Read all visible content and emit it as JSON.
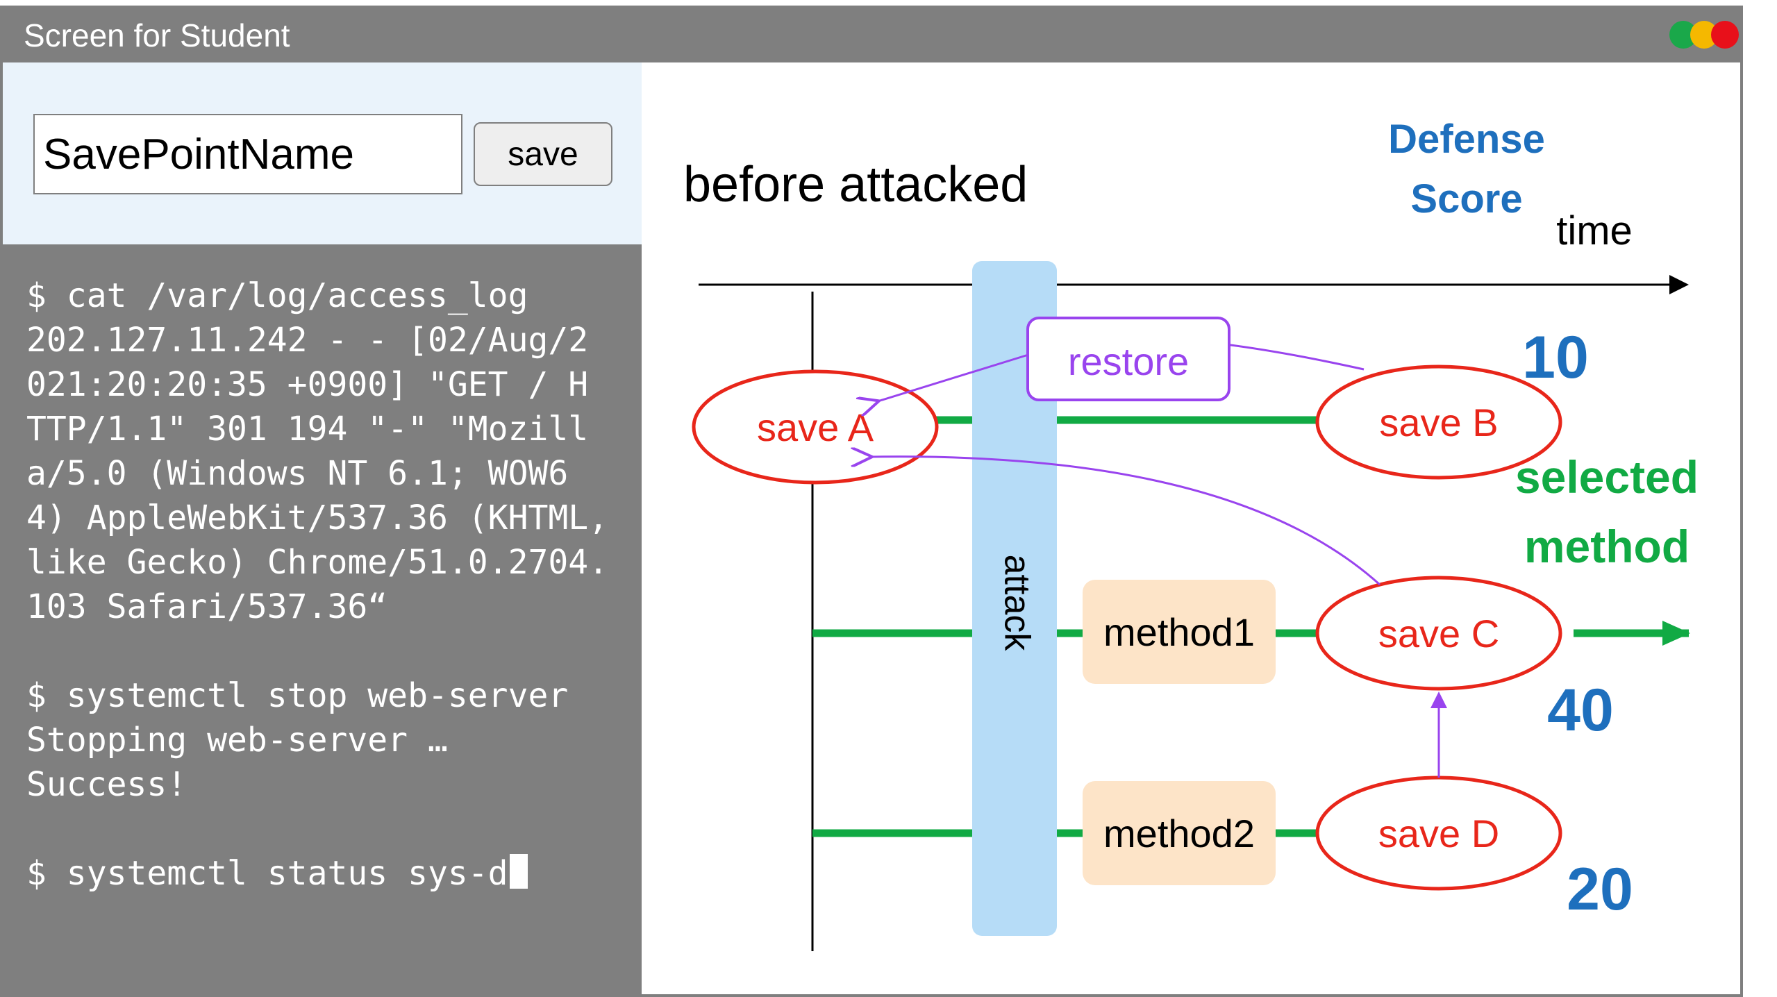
{
  "window": {
    "title": "Screen for Student",
    "controls": {
      "minimize_color": "#1aa84a",
      "maximize_color": "#f5b800",
      "close_color": "#e8101a"
    }
  },
  "savepoint": {
    "input_value": "SavePointName",
    "save_label": "save"
  },
  "terminal": {
    "lines": [
      "$ cat /var/log/access_log",
      "202.127.11.242 - - [02/Aug/2",
      "021:20:20:35 +0900] \"GET / H",
      "TTP/1.1\" 301 194 \"-\" \"Mozill",
      "a/5.0 (Windows NT 6.1; WOW6",
      "4) AppleWebKit/537.36 (KHTML,",
      "like Gecko) Chrome/51.0.2704.",
      "103 Safari/537.36“",
      "",
      "$ systemctl stop web-server",
      "Stopping web-server …",
      "Success!",
      "",
      "$ systemctl status sys-d"
    ]
  },
  "diagram": {
    "before_label": "before attacked",
    "defense_score_line1": "Defense",
    "defense_score_line2": "Score",
    "time_label": "time",
    "attack_label": "attack",
    "restore_label": "restore",
    "selected_line1": "selected",
    "selected_line2": "method",
    "nodes": {
      "save_a": "save A",
      "save_b": "save B",
      "save_c": "save C",
      "save_d": "save D"
    },
    "methods": {
      "method1": "method1",
      "method2": "method2"
    },
    "scores": {
      "save_b": "10",
      "save_c": "40",
      "save_d": "20"
    },
    "colors": {
      "node_red": "#e8261a",
      "arrow_green": "#11aa44",
      "restore_purple": "#9944ee",
      "score_blue": "#1e6fbd",
      "attack_band": "#b6dcf7",
      "method_box": "#fde4c8"
    }
  }
}
